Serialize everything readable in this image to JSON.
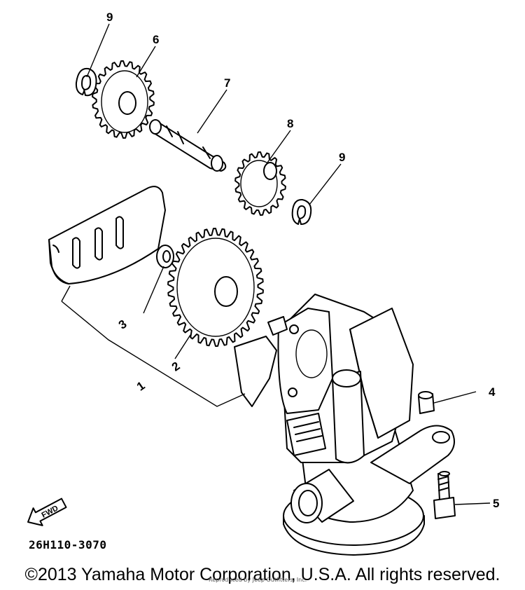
{
  "diagram": {
    "part_number": "26H110-3070",
    "copyright": "©2013 Yamaha Motor Corporation, U.S.A. All rights reserved.",
    "watermark_text": "Reproduced by Jeep Outfitters, Inc.",
    "direction_arrow_label": "FWD",
    "callouts": [
      {
        "id": "callout-9-top",
        "label": "9"
      },
      {
        "id": "callout-6",
        "label": "6"
      },
      {
        "id": "callout-7",
        "label": "7"
      },
      {
        "id": "callout-8",
        "label": "8"
      },
      {
        "id": "callout-9-right",
        "label": "9"
      },
      {
        "id": "callout-3",
        "label": "3"
      },
      {
        "id": "callout-2",
        "label": "2"
      },
      {
        "id": "callout-1",
        "label": "1"
      },
      {
        "id": "callout-4",
        "label": "4"
      },
      {
        "id": "callout-5",
        "label": "5"
      }
    ]
  }
}
